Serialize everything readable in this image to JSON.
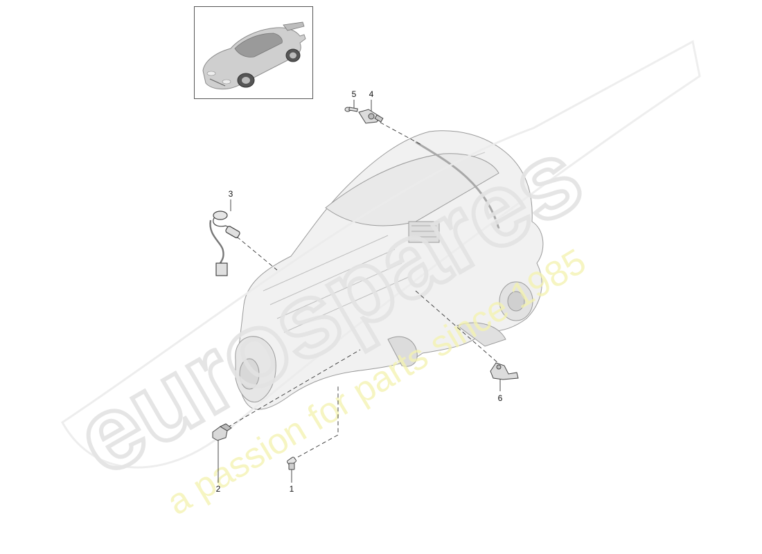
{
  "diagram": {
    "thumbnail_icon": "sports-car-icon",
    "main_assembly_icon": "transmission-gearbox-icon",
    "callouts": [
      {
        "number": "1",
        "part": "sensor-plug"
      },
      {
        "number": "2",
        "part": "sensor-block"
      },
      {
        "number": "3",
        "part": "cable-harness-sensor"
      },
      {
        "number": "4",
        "part": "sensor-with-connector"
      },
      {
        "number": "5",
        "part": "screw"
      },
      {
        "number": "6",
        "part": "angled-sensor"
      }
    ]
  },
  "watermark": {
    "brand": "eurospares",
    "tagline": "a passion for parts since 1985",
    "brand_color": "#e6e6e6",
    "tagline_color": "#f2f0a0"
  }
}
